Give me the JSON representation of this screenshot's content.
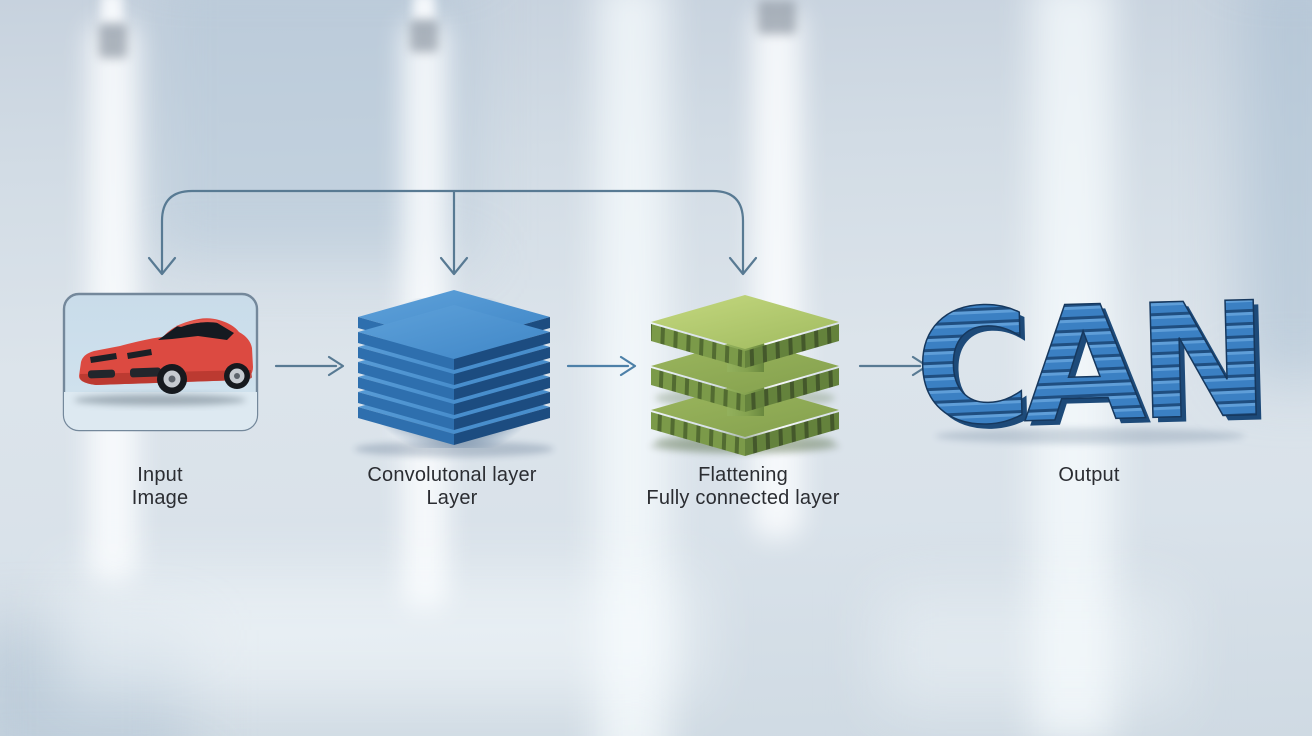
{
  "diagram": {
    "labels": {
      "input": {
        "line1": "Input",
        "line2": "Image"
      },
      "conv": {
        "line1": "Convolutonal layer",
        "line2": "Layer"
      },
      "flatten": {
        "line1": "Flattening",
        "line2": "Fully connected layer"
      },
      "output": {
        "line1": "Output",
        "line2": ""
      }
    },
    "output_word": "CAN",
    "colors": {
      "conv_layer_blue": "#3f85c4",
      "flatten_green": "#8cab55",
      "arrow": "#587a93",
      "car_red": "#d8453c",
      "output_brick_blue": "#3a7fc1",
      "input_box_bg": "#cde0ec",
      "input_box_border": "#74889b",
      "label_text": "#2b2d32"
    }
  }
}
